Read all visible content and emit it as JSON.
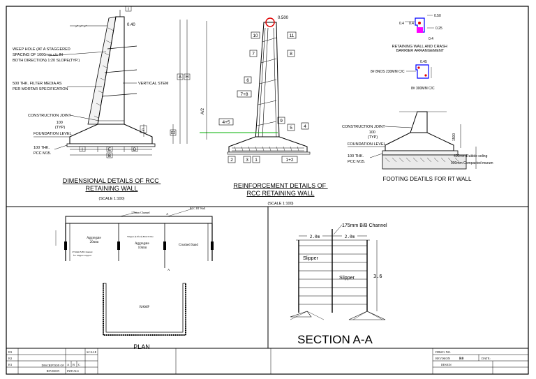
{
  "panel1": {
    "dim_labels": [
      "I",
      "D1",
      "I",
      "E",
      "D",
      "B",
      "1",
      "A",
      "H",
      "G",
      "D2"
    ],
    "dim_values": {
      "top": "0.40"
    },
    "weep_hole": [
      "WEEP HOLE (AT A STAGGERED",
      "SPACING OF 1000mm c/c IN",
      "BOTH DIRECTION) 1:20 SLOPE(TYP.)"
    ],
    "filter_media": [
      "500 THK. FILTER MEDIA AS",
      "PER MORTAR SPECIFICATION"
    ],
    "vertical_stem": "VERTICAL STEM",
    "construction_joint": "CONSTRUCTION JOINT",
    "typ_dim": [
      "100",
      "(TYP)"
    ],
    "foundation_level": "FOUNDATION LEVEL",
    "pcc": [
      "100 THK.",
      "PCC M15."
    ],
    "title": [
      "DIMENSIONAL DETAILS OF RCC",
      "RETAINING WALL"
    ],
    "scale": "(SCALE 1:100)"
  },
  "panel2": {
    "bar_marks": [
      "10",
      "11",
      "7",
      "8",
      "6",
      "7+8",
      "4+5",
      "4",
      "5",
      "9",
      "2",
      "3",
      "1",
      "1+2"
    ],
    "top_dim": "0.500",
    "half_a": "A/2",
    "title": [
      "REINFORCEMENT DETAILS OF",
      "RCC RETAINING WALL"
    ],
    "scale": "(SCALE 1:100)"
  },
  "panel3": {
    "crash_dims": [
      "0.50",
      "0.4",
      "0.4",
      "0.25",
      "0.4"
    ],
    "crash_title": [
      "RETAINING WALL AND CRASH",
      "BARRIER ARRANGEMENT"
    ],
    "bar1": "8# 8NOS 230MM C/C",
    "bar2": "8# 300MM C/C",
    "dim_45": "0.45",
    "construction_joint": "CONSTRUCTION JOINT",
    "typ_dim": [
      "100",
      "(TYP)"
    ],
    "foundation_level": "FOUNDATION LEVEL",
    "pcc": [
      "100 THK.",
      "PCC M15."
    ],
    "rubble": "400mm Rubble soling",
    "murrum": "900mm Compacted murum",
    "depth": "1500",
    "title": "FOOTING DEATILS FOR RT WALL"
  },
  "plan": {
    "top_labels": [
      "175mm Channel",
      "RCC RT Wall"
    ],
    "aggregate_20": [
      "Aggregate",
      "20mm"
    ],
    "slipper_note": "Slipper (Lifted) Bench line",
    "aggregate_10": [
      "Aggregate",
      "10mm"
    ],
    "crushed_sand": "Crushed Sand",
    "channel_note": [
      "175mm B/B Channel",
      "for Slipper support"
    ],
    "section_mark": "A",
    "ramp": "RAMP",
    "title": "PLAN"
  },
  "section": {
    "channel": "175mm B/B Channel",
    "dim_left": "2.0m",
    "dim_right": "2.0m",
    "slipper_1": "Slipper",
    "slipper_2": "Slipper",
    "height": "3.6",
    "title": "SECTION A-A"
  },
  "titleblock": {
    "revs": [
      "R3",
      "R2",
      "R1"
    ],
    "scale": "SCALE",
    "abc": [
      "A",
      "B",
      "C"
    ],
    "description": [
      "DESCRIPTION OF",
      "REVISION"
    ],
    "initials": "INITIALS",
    "drwg_no": "DRWG NO.",
    "revision": "REVISION",
    "rev_value": "R0",
    "date": "DATE:",
    "design": "DESIGN"
  },
  "colors": {
    "line": "#000000",
    "green": "#00b000",
    "red": "#e00000",
    "blue": "#0000ff",
    "magenta": "#ff00ff"
  }
}
